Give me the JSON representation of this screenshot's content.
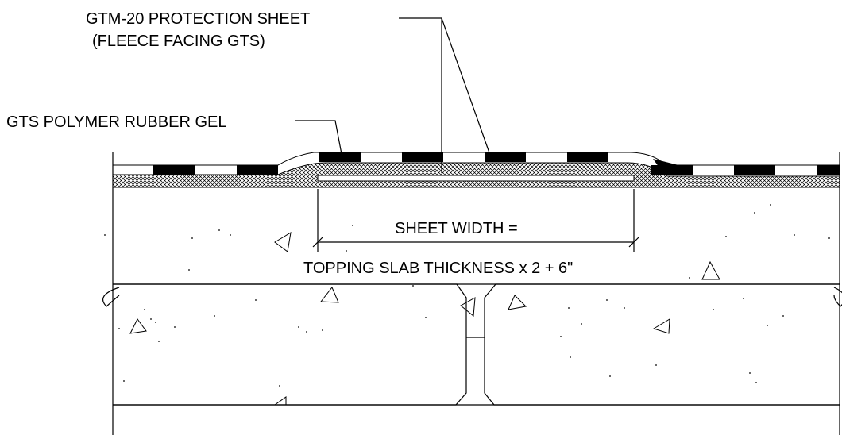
{
  "labels": {
    "protection_sheet_line1": "GTM-20 PROTECTION SHEET",
    "protection_sheet_line2": "(FLEECE FACING GTS)",
    "rubber_gel": "GTS POLYMER RUBBER GEL",
    "sheet_width_line1": "SHEET WIDTH =",
    "sheet_width_line2": "TOPPING SLAB THICKNESS x 2 + 6\""
  },
  "colors": {
    "line": "#000000",
    "background": "#ffffff",
    "hatch": "#000000"
  }
}
